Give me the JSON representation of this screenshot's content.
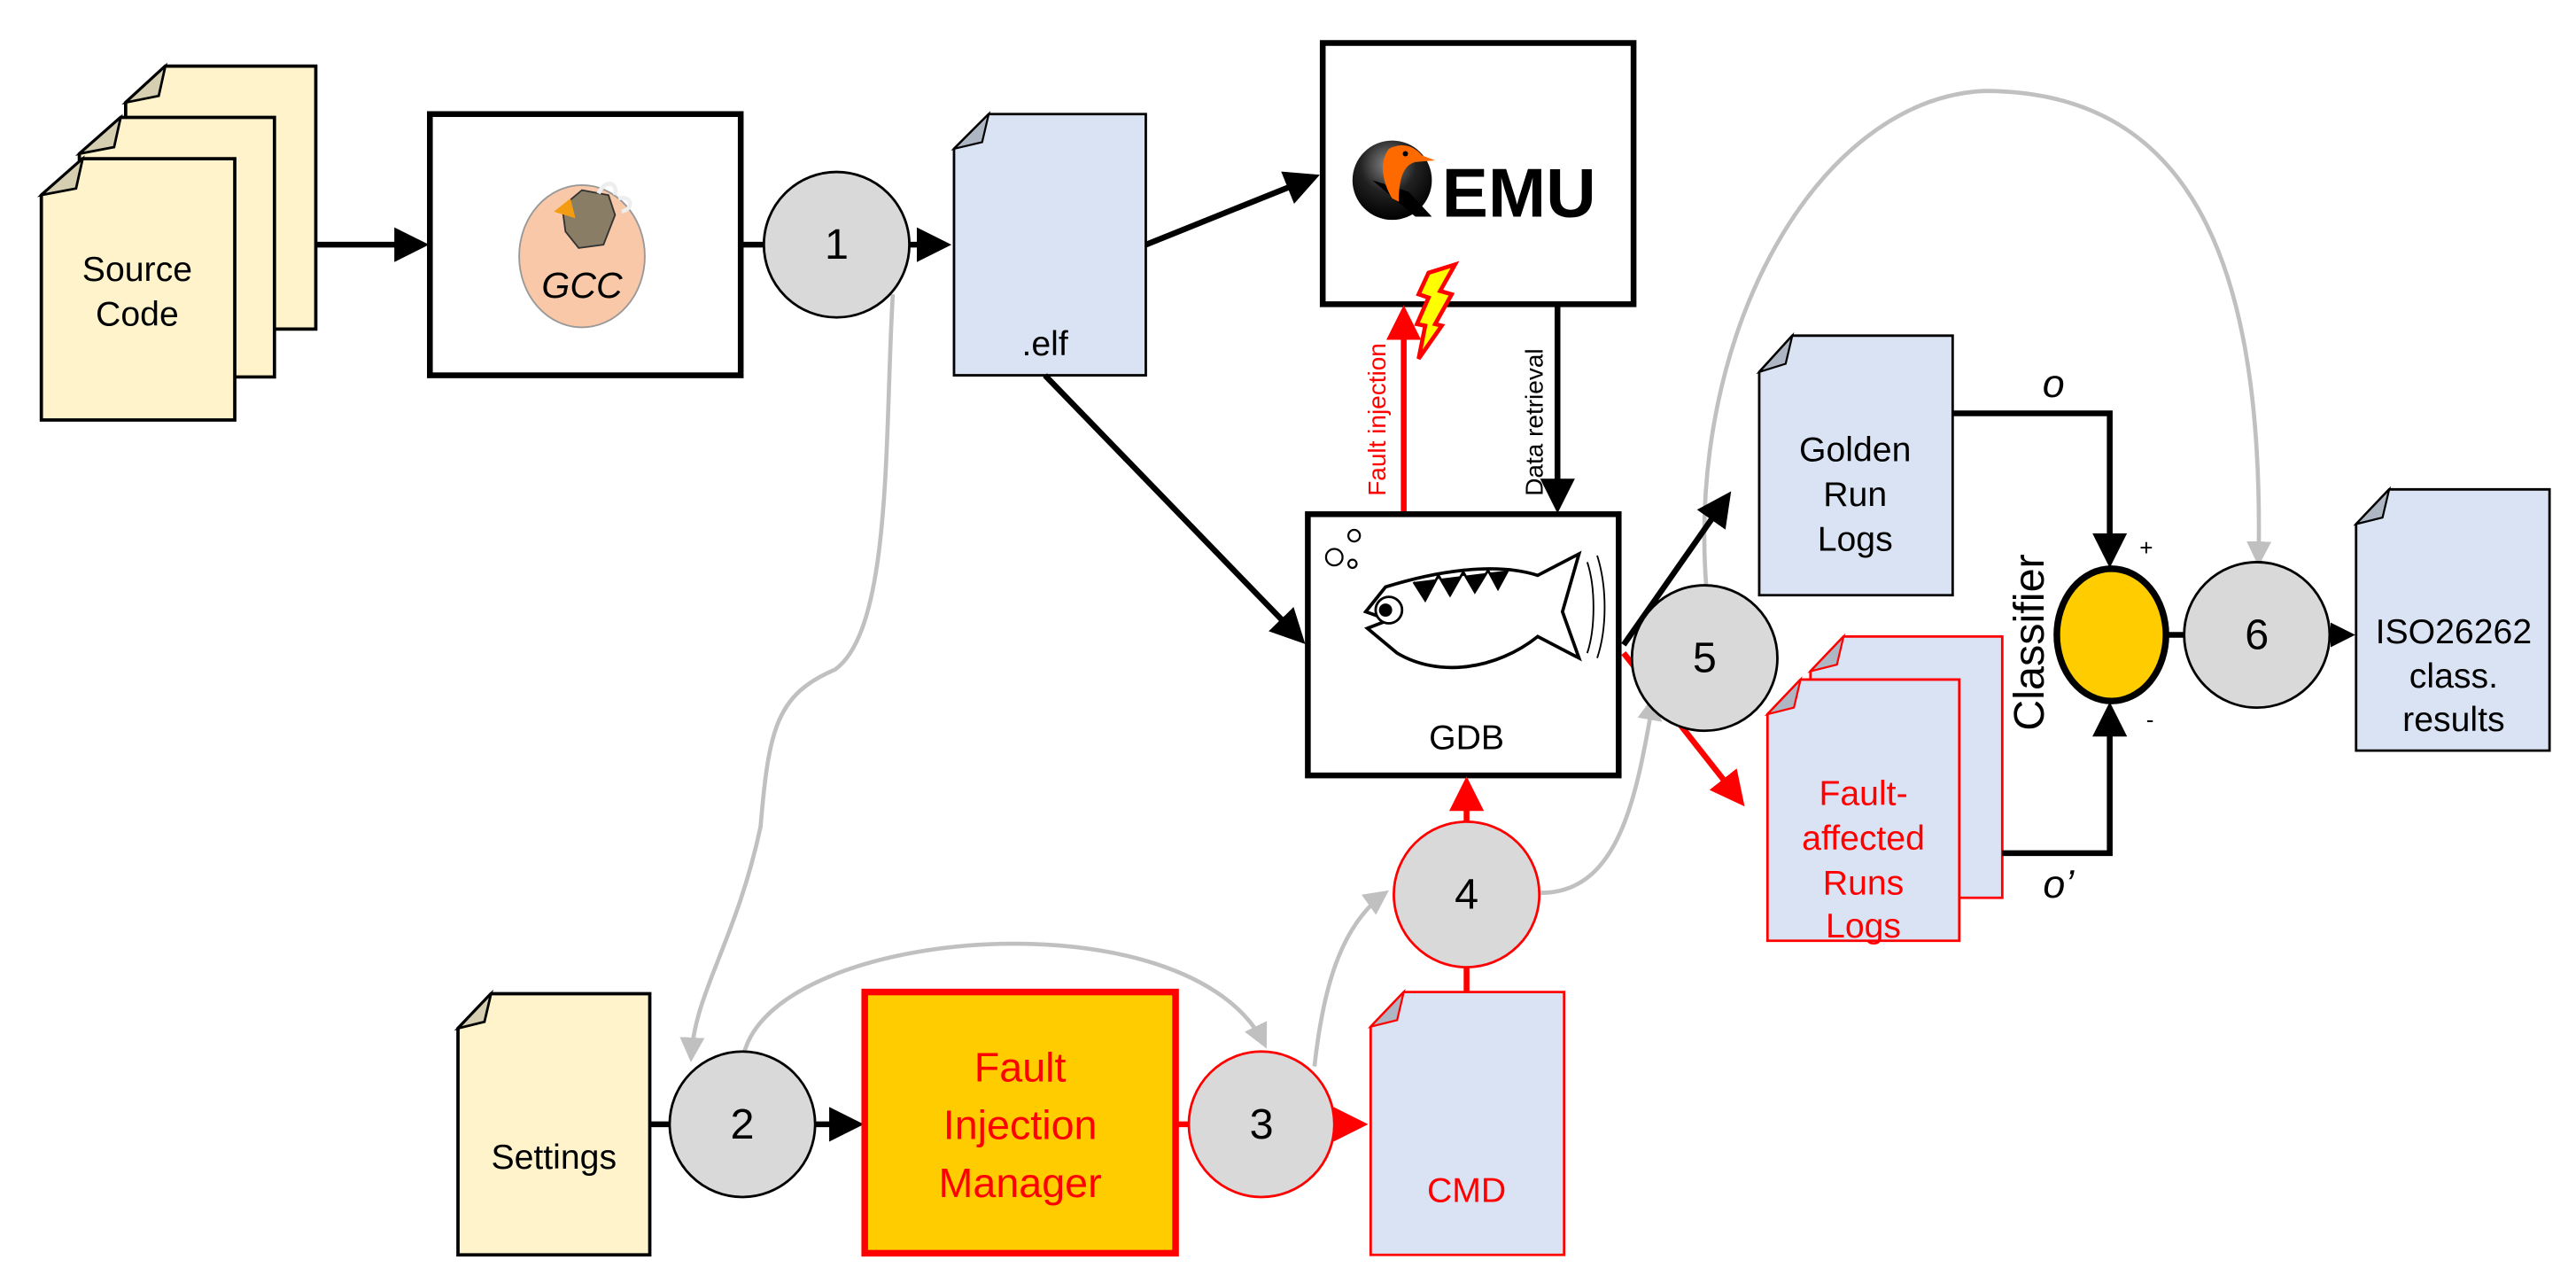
{
  "diagram": {
    "nodes": {
      "source_code": {
        "line1": "Source",
        "line2": "Code"
      },
      "gcc": {
        "label": "GCC"
      },
      "elf": {
        "label": ".elf"
      },
      "qemu": {
        "label": "EMU"
      },
      "gdb": {
        "label": "GDB"
      },
      "golden_logs": {
        "line1": "Golden",
        "line2": "Run",
        "line3": "Logs"
      },
      "fault_logs": {
        "line1": "Fault-",
        "line2": "affected",
        "line3": "Runs",
        "line4": "Logs"
      },
      "classifier": {
        "label": "Classifier",
        "plus": "+",
        "minus": "-"
      },
      "results": {
        "line1": "ISO26262",
        "line2": "class.",
        "line3": "results"
      },
      "settings": {
        "label": "Settings"
      },
      "fim": {
        "line1": "Fault",
        "line2": "Injection",
        "line3": "Manager"
      },
      "cmd": {
        "label": "CMD"
      }
    },
    "steps": [
      "1",
      "2",
      "3",
      "4",
      "5",
      "6"
    ],
    "edge_labels": {
      "fault_injection": "Fault injection",
      "data_retrieval": "Data retrieval",
      "o": "o",
      "o_prime": "o’"
    },
    "colors": {
      "cream": "#fff3cc",
      "doc_blue": "#dae3f3",
      "step_gray": "#d9d9d9",
      "fim_yellow": "#ffcc00",
      "fault_red": "#ff0000",
      "flow_gray": "#c0c0c0"
    }
  }
}
